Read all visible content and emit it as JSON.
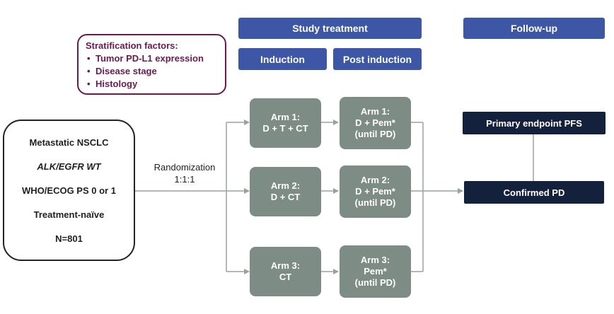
{
  "headers": {
    "study_treatment": "Study treatment",
    "follow_up": "Follow-up",
    "induction": "Induction",
    "post_induction": "Post induction"
  },
  "stratification": {
    "title": "Stratification factors:",
    "items": [
      "Tumor PD-L1 expression",
      "Disease stage",
      "Histology"
    ]
  },
  "patients": {
    "line1": "Metastatic NSCLC",
    "line2": "ALK/EGFR WT",
    "line3": "WHO/ECOG PS 0 or 1",
    "line4": "Treatment-naïve",
    "line5": "N=801"
  },
  "randomization": {
    "label": "Randomization",
    "ratio": "1:1:1"
  },
  "induction_arms": [
    {
      "title": "Arm 1:",
      "regimen": "D + T + CT"
    },
    {
      "title": "Arm 2:",
      "regimen": "D + CT"
    },
    {
      "title": "Arm 3:",
      "regimen": "CT"
    }
  ],
  "post_induction_arms": [
    {
      "title": "Arm 1:",
      "regimen": "D + Pem*",
      "note": "(until PD)"
    },
    {
      "title": "Arm 2:",
      "regimen": "D + Pem*",
      "note": "(until PD)"
    },
    {
      "title": "Arm 3:",
      "regimen": "Pem*",
      "note": "(until PD)"
    }
  ],
  "followup": {
    "primary": "Primary endpoint PFS",
    "confirmed": "Confirmed PD"
  },
  "colors": {
    "header_blue": "#3d56a6",
    "arm_gray": "#7e8c86",
    "navy": "#14213d",
    "strat_purple": "#6a1a4f"
  }
}
